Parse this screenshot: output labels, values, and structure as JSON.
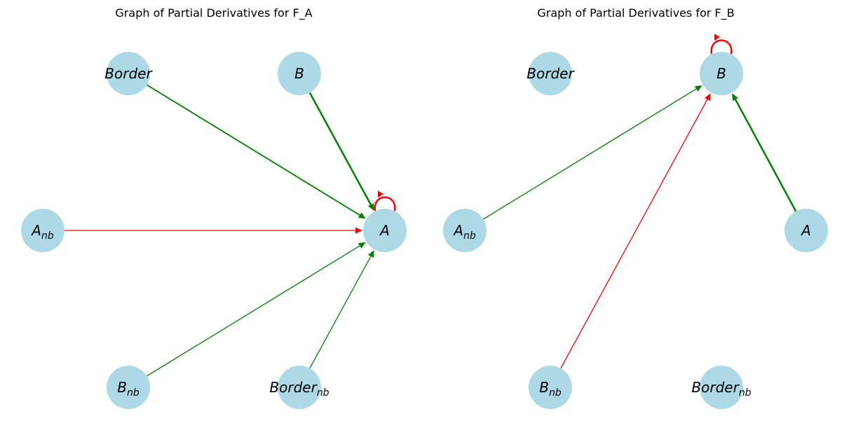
{
  "colors": {
    "node_fill": "#add8e6",
    "positive_edge": "#008000",
    "negative_edge": "#ff0000"
  },
  "graphs": [
    {
      "id": "F_A",
      "title": "Graph of Partial Derivatives for F_A",
      "nodes": [
        {
          "id": "Border",
          "label": "Border",
          "sub": ""
        },
        {
          "id": "B",
          "label": "B",
          "sub": ""
        },
        {
          "id": "A_nb",
          "label": "A",
          "sub": "nb"
        },
        {
          "id": "A",
          "label": "A",
          "sub": ""
        },
        {
          "id": "B_nb",
          "label": "B",
          "sub": "nb"
        },
        {
          "id": "Border_nb",
          "label": "Border",
          "sub": "nb"
        }
      ],
      "edges": [
        {
          "from": "Border",
          "to": "A",
          "sign": "positive"
        },
        {
          "from": "B",
          "to": "A",
          "sign": "positive"
        },
        {
          "from": "A_nb",
          "to": "A",
          "sign": "negative"
        },
        {
          "from": "B_nb",
          "to": "A",
          "sign": "positive"
        },
        {
          "from": "Border_nb",
          "to": "A",
          "sign": "positive"
        },
        {
          "from": "A",
          "to": "A",
          "sign": "negative"
        }
      ]
    },
    {
      "id": "F_B",
      "title": "Graph of Partial Derivatives for F_B",
      "nodes": [
        {
          "id": "Border",
          "label": "Border",
          "sub": ""
        },
        {
          "id": "B",
          "label": "B",
          "sub": ""
        },
        {
          "id": "A_nb",
          "label": "A",
          "sub": "nb"
        },
        {
          "id": "A",
          "label": "A",
          "sub": ""
        },
        {
          "id": "B_nb",
          "label": "B",
          "sub": "nb"
        },
        {
          "id": "Border_nb",
          "label": "Border",
          "sub": "nb"
        }
      ],
      "edges": [
        {
          "from": "A_nb",
          "to": "B",
          "sign": "positive"
        },
        {
          "from": "B_nb",
          "to": "B",
          "sign": "negative"
        },
        {
          "from": "A",
          "to": "B",
          "sign": "positive"
        },
        {
          "from": "B",
          "to": "B",
          "sign": "negative"
        }
      ]
    }
  ]
}
